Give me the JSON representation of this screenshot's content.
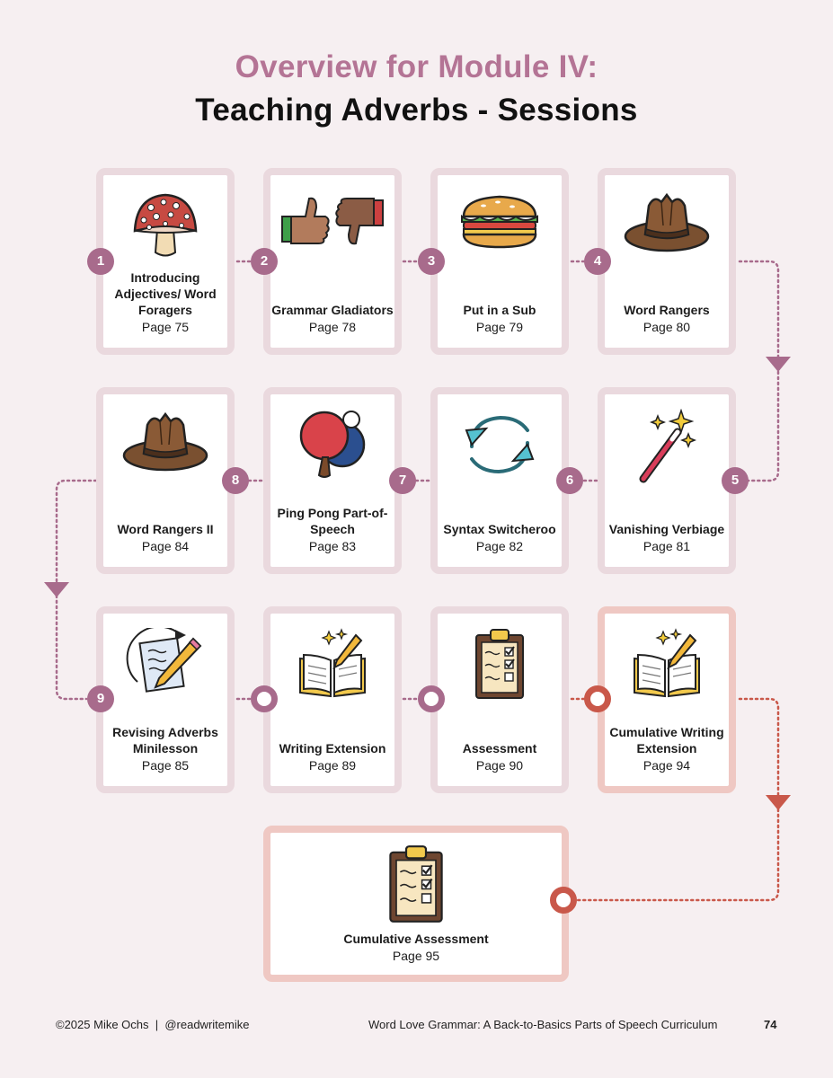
{
  "header": {
    "title_line1": "Overview for Module IV:",
    "title_line2": "Teaching Adverbs - Sessions"
  },
  "sessions": [
    {
      "number": "1",
      "title": "Introducing Adjectives/ Word Foragers",
      "page": "Page 75",
      "icon": "mushroom-icon"
    },
    {
      "number": "2",
      "title": "Grammar Gladiators",
      "page": "Page 78",
      "icon": "thumbs-up-down-icon"
    },
    {
      "number": "3",
      "title": "Put in a Sub",
      "page": "Page 79",
      "icon": "sandwich-icon"
    },
    {
      "number": "4",
      "title": "Word Rangers",
      "page": "Page 80",
      "icon": "ranger-hat-icon"
    },
    {
      "number": "5",
      "title": "Vanishing Verbiage",
      "page": "Page 81",
      "icon": "magic-wand-icon"
    },
    {
      "number": "6",
      "title": "Syntax Switcheroo",
      "page": "Page 82",
      "icon": "swap-arrows-icon"
    },
    {
      "number": "7",
      "title": "Ping Pong Part-of-Speech",
      "page": "Page 83",
      "icon": "ping-pong-icon"
    },
    {
      "number": "8",
      "title": "Word Rangers II",
      "page": "Page 84",
      "icon": "ranger-hat-icon"
    },
    {
      "number": "9",
      "title": "Revising Adverbs Minilesson",
      "page": "Page 85",
      "icon": "revising-paper-icon"
    },
    {
      "number": "",
      "title": "Writing Extension",
      "page": "Page 89",
      "icon": "book-pencil-icon"
    },
    {
      "number": "",
      "title": "Assessment",
      "page": "Page 90",
      "icon": "clipboard-icon"
    },
    {
      "number": "",
      "title": "Cumulative Writing Extension",
      "page": "Page 94",
      "icon": "book-pencil-icon"
    },
    {
      "number": "",
      "title": "Cumulative Assessment",
      "page": "Page 95",
      "icon": "clipboard-icon"
    }
  ],
  "colors": {
    "accent": "#a86b8c",
    "cumulative": "#c9584a",
    "card_border": "#ead9de",
    "cumulative_border": "#efc8c3",
    "background": "#f6eff1"
  },
  "footer": {
    "copyright": "©2025 Mike Ochs  |  @readwritemike",
    "book_title": "Word Love Grammar: A Back-to-Basics Parts of Speech Curriculum",
    "page_number": "74"
  }
}
